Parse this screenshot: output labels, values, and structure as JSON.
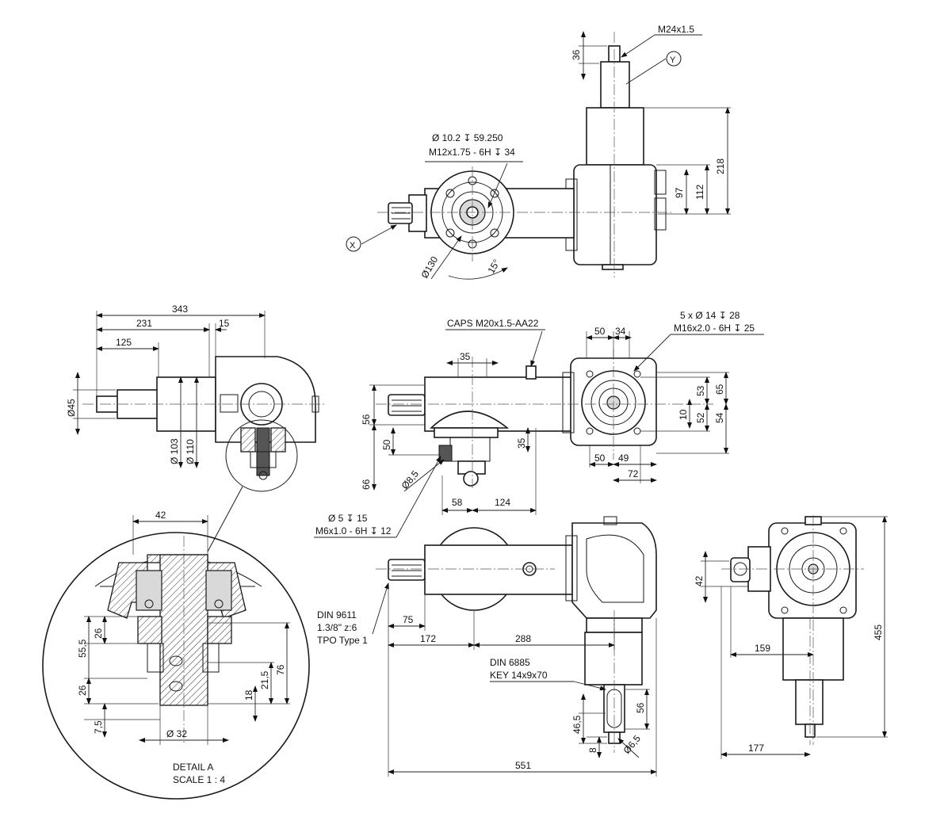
{
  "labels": {
    "top_thread": "M24x1.5",
    "y_marker": "Y",
    "x_marker": "X",
    "bore_note_1": "Ø 10.2 ↧ 59.250",
    "bore_note_2": "M12x1.75 - 6H ↧ 34",
    "dia130": "Ø130",
    "angle15": "15°",
    "caps": "CAPS M20x1.5-AA22",
    "holes_note_1": "5 x Ø 14 ↧ 28",
    "holes_note_2": "M16x2.0 - 6H ↧ 25",
    "small_bore_1": "Ø 5 ↧ 15",
    "small_bore_2": "M6x1.0 - 6H ↧ 12",
    "din9611_1": "DIN 9611",
    "din9611_2": "1.3/8\" z:6",
    "din9611_3": "TPO Type 1",
    "din6885_1": "DIN 6885",
    "din6885_2": "KEY 14x9x70",
    "detail_1": "DETAIL A",
    "detail_2": "SCALE 1 : 4"
  },
  "dims": {
    "d36": "36",
    "d218": "218",
    "d112": "112",
    "d97": "97",
    "d343": "343",
    "d231": "231",
    "d15": "15",
    "d125": "125",
    "d45": "Ø45",
    "d103": "Ø 103",
    "d110": "Ø 110",
    "d35top": "35",
    "d56": "56",
    "d50v": "50",
    "d66": "66",
    "d35v": "35",
    "d8_5": "Ø8,5",
    "d58": "58",
    "d124": "124",
    "d50a": "50",
    "d34": "34",
    "d53": "53",
    "d65": "65",
    "d10": "10",
    "d52": "52",
    "d54": "54",
    "d50b": "50",
    "d49": "49",
    "d72": "72",
    "d42": "42",
    "d55_5": "55,5",
    "d26a": "26",
    "d26b": "26",
    "d7_5": "7,5",
    "d21_5": "21,5",
    "d18": "18",
    "d76": "76",
    "d32": "Ø 32",
    "d75": "75",
    "d172": "172",
    "d288": "288",
    "d56b": "56",
    "d46_5": "46,5",
    "d8": "8",
    "d6_5": "Ø6,5",
    "d551": "551",
    "d42r": "42",
    "d159": "159",
    "d455": "455",
    "d177": "177"
  }
}
